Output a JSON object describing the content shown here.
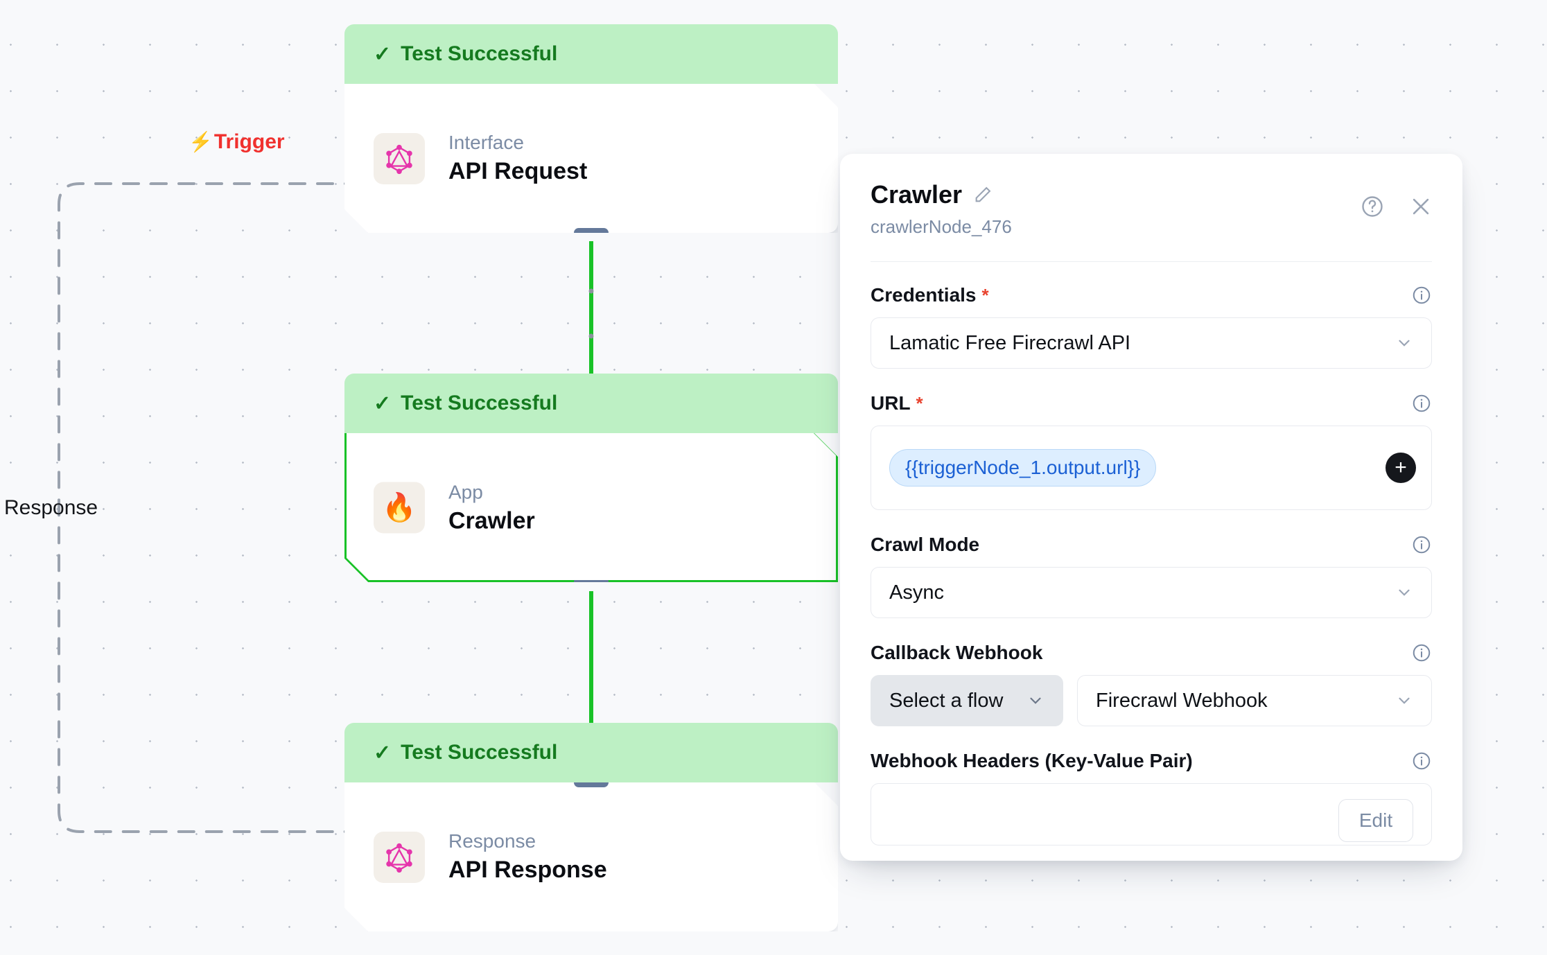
{
  "canvas": {
    "trigger_label": "Trigger",
    "trigger_icon": "lightning-bolt-icon",
    "response_label": "Response",
    "colors": {
      "trigger": "#f0312e",
      "edge": "#19c227",
      "banner": "#bdf0c4",
      "banner_text": "#157a1f"
    }
  },
  "nodes": [
    {
      "status": "Test Successful",
      "status_icon": "check-icon",
      "kind": "Interface",
      "title": "API Request",
      "icon": "graphql-icon",
      "selected": false
    },
    {
      "status": "Test Successful",
      "status_icon": "check-icon",
      "kind": "App",
      "title": "Crawler",
      "icon": "flame-icon",
      "selected": true
    },
    {
      "status": "Test Successful",
      "status_icon": "check-icon",
      "kind": "Response",
      "title": "API Response",
      "icon": "graphql-icon",
      "selected": false
    }
  ],
  "panel": {
    "title": "Crawler",
    "edit_icon": "pencil-icon",
    "subtitle": "crawlerNode_476",
    "help_icon": "question-circle-icon",
    "close_icon": "close-icon",
    "fields": {
      "credentials": {
        "label": "Credentials",
        "required": "*",
        "value": "Lamatic Free Firecrawl API",
        "info_icon": "info-icon",
        "chevron_icon": "chevron-down-icon"
      },
      "url": {
        "label": "URL",
        "required": "*",
        "token": "{{triggerNode_1.output.url}}",
        "add_label": "+",
        "info_icon": "info-icon"
      },
      "crawl_mode": {
        "label": "Crawl Mode",
        "value": "Async",
        "info_icon": "info-icon",
        "chevron_icon": "chevron-down-icon"
      },
      "callback_webhook": {
        "label": "Callback Webhook",
        "flow_placeholder": "Select a flow",
        "webhook_value": "Firecrawl Webhook",
        "info_icon": "info-icon"
      },
      "webhook_headers": {
        "label": "Webhook Headers (Key-Value Pair)",
        "edit_label": "Edit",
        "info_icon": "info-icon"
      }
    }
  }
}
